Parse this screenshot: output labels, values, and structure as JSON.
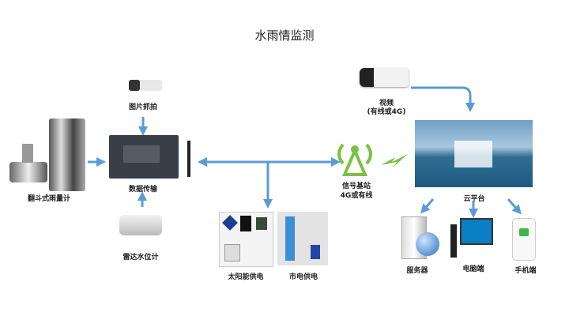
{
  "title": "水雨情监测",
  "colors": {
    "arrow": "#5b9bd5",
    "tower": "#7ac143",
    "device": "#3a3f47"
  },
  "nodes": {
    "camera_snapshot": "图片抓拍",
    "rain_gauge": "翻斗式雨量计",
    "data_transmission": "数据传输",
    "radar_level": "雷达水位计",
    "solar_power": "太阳能供电",
    "mains_power": "市电供电",
    "base_station": "信号基站",
    "base_station_sub": "4G或有线",
    "video": "视频",
    "video_sub": "(有线或4G)",
    "cloud": "云平台",
    "server": "服务器",
    "pc": "电脑端",
    "mobile": "手机端"
  }
}
